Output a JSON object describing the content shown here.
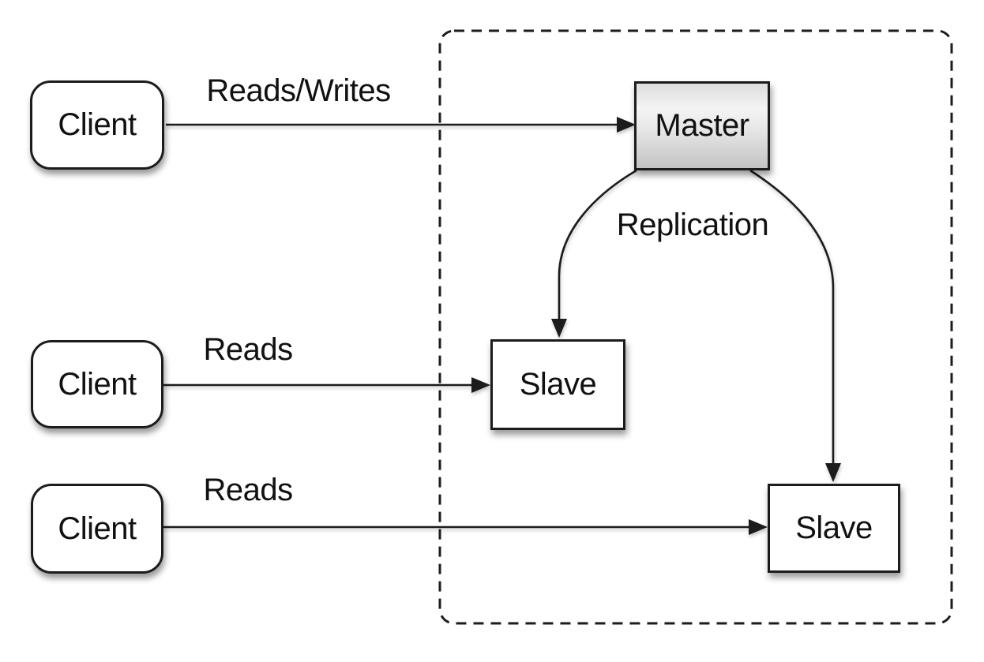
{
  "nodes": {
    "client_top": {
      "label": "Client"
    },
    "client_middle": {
      "label": "Client"
    },
    "client_bottom": {
      "label": "Client"
    },
    "master": {
      "label": "Master"
    },
    "slave_left": {
      "label": "Slave"
    },
    "slave_right": {
      "label": "Slave"
    }
  },
  "edge_labels": {
    "reads_writes": "Reads/Writes",
    "reads_middle": "Reads",
    "reads_bottom": "Reads",
    "replication": "Replication"
  },
  "colors": {
    "stroke": "#1c1c1c",
    "node_fill": "#ffffff",
    "label_text": "#111111",
    "background": "#ffffff",
    "master_top": "#dddddd",
    "master_mid": "#f4f4f4",
    "master_bottom": "#c3c3c3"
  }
}
